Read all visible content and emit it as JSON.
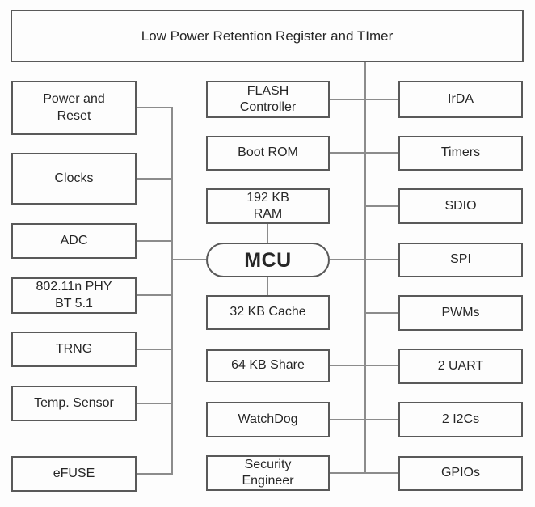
{
  "colors": {
    "background": "#fdfdfd",
    "box_fill": "#fdfdfd",
    "box_border": "#595959",
    "connector": "#8c8c8c",
    "text": "#262626"
  },
  "diagram": {
    "top_box": "Low Power Retention Register and TImer",
    "mcu": "MCU",
    "left": [
      {
        "label": "Power and\nReset"
      },
      {
        "label": "Clocks"
      },
      {
        "label": "ADC"
      },
      {
        "label": "802.11n PHY\nBT 5.1"
      },
      {
        "label": "TRNG"
      },
      {
        "label": "Temp. Sensor"
      },
      {
        "label": "eFUSE"
      }
    ],
    "middle": [
      {
        "label": "FLASH\nController"
      },
      {
        "label": "Boot ROM"
      },
      {
        "label": "192 KB\nRAM"
      },
      {
        "label": "32 KB Cache"
      },
      {
        "label": "64 KB Share"
      },
      {
        "label": "WatchDog"
      },
      {
        "label": "Security\nEngineer"
      }
    ],
    "right": [
      {
        "label": "IrDA"
      },
      {
        "label": "Timers"
      },
      {
        "label": "SDIO"
      },
      {
        "label": "SPI"
      },
      {
        "label": "PWMs"
      },
      {
        "label": "2 UART"
      },
      {
        "label": "2 I2Cs"
      },
      {
        "label": "GPIOs"
      }
    ]
  }
}
